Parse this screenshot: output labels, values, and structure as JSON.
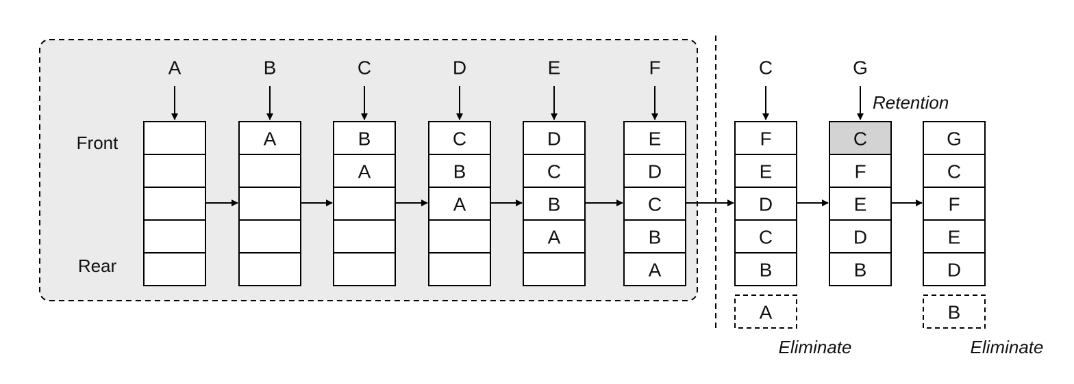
{
  "colors": {
    "panel_fill": "#ebebeb",
    "highlight_fill": "#d3d3d3",
    "stroke": "#000000"
  },
  "labels": {
    "front": "Front",
    "rear": "Rear",
    "retention": "Retention",
    "eliminate_1": "Eliminate",
    "eliminate_2": "Eliminate"
  },
  "queues": [
    {
      "input": "A",
      "cells": [
        "",
        "",
        "",
        "",
        ""
      ]
    },
    {
      "input": "B",
      "cells": [
        "A",
        "",
        "",
        "",
        ""
      ]
    },
    {
      "input": "C",
      "cells": [
        "B",
        "A",
        "",
        "",
        ""
      ]
    },
    {
      "input": "D",
      "cells": [
        "C",
        "B",
        "A",
        "",
        ""
      ]
    },
    {
      "input": "E",
      "cells": [
        "D",
        "C",
        "B",
        "A",
        ""
      ]
    },
    {
      "input": "F",
      "cells": [
        "E",
        "D",
        "C",
        "B",
        "A"
      ]
    },
    {
      "input": "C",
      "cells": [
        "F",
        "E",
        "D",
        "C",
        "B"
      ],
      "eliminated": "A"
    },
    {
      "input": "G",
      "cells": [
        "C",
        "F",
        "E",
        "D",
        "B"
      ],
      "highlight_row": 0
    },
    {
      "input": "",
      "cells": [
        "G",
        "C",
        "F",
        "E",
        "D"
      ],
      "eliminated": "B"
    }
  ]
}
